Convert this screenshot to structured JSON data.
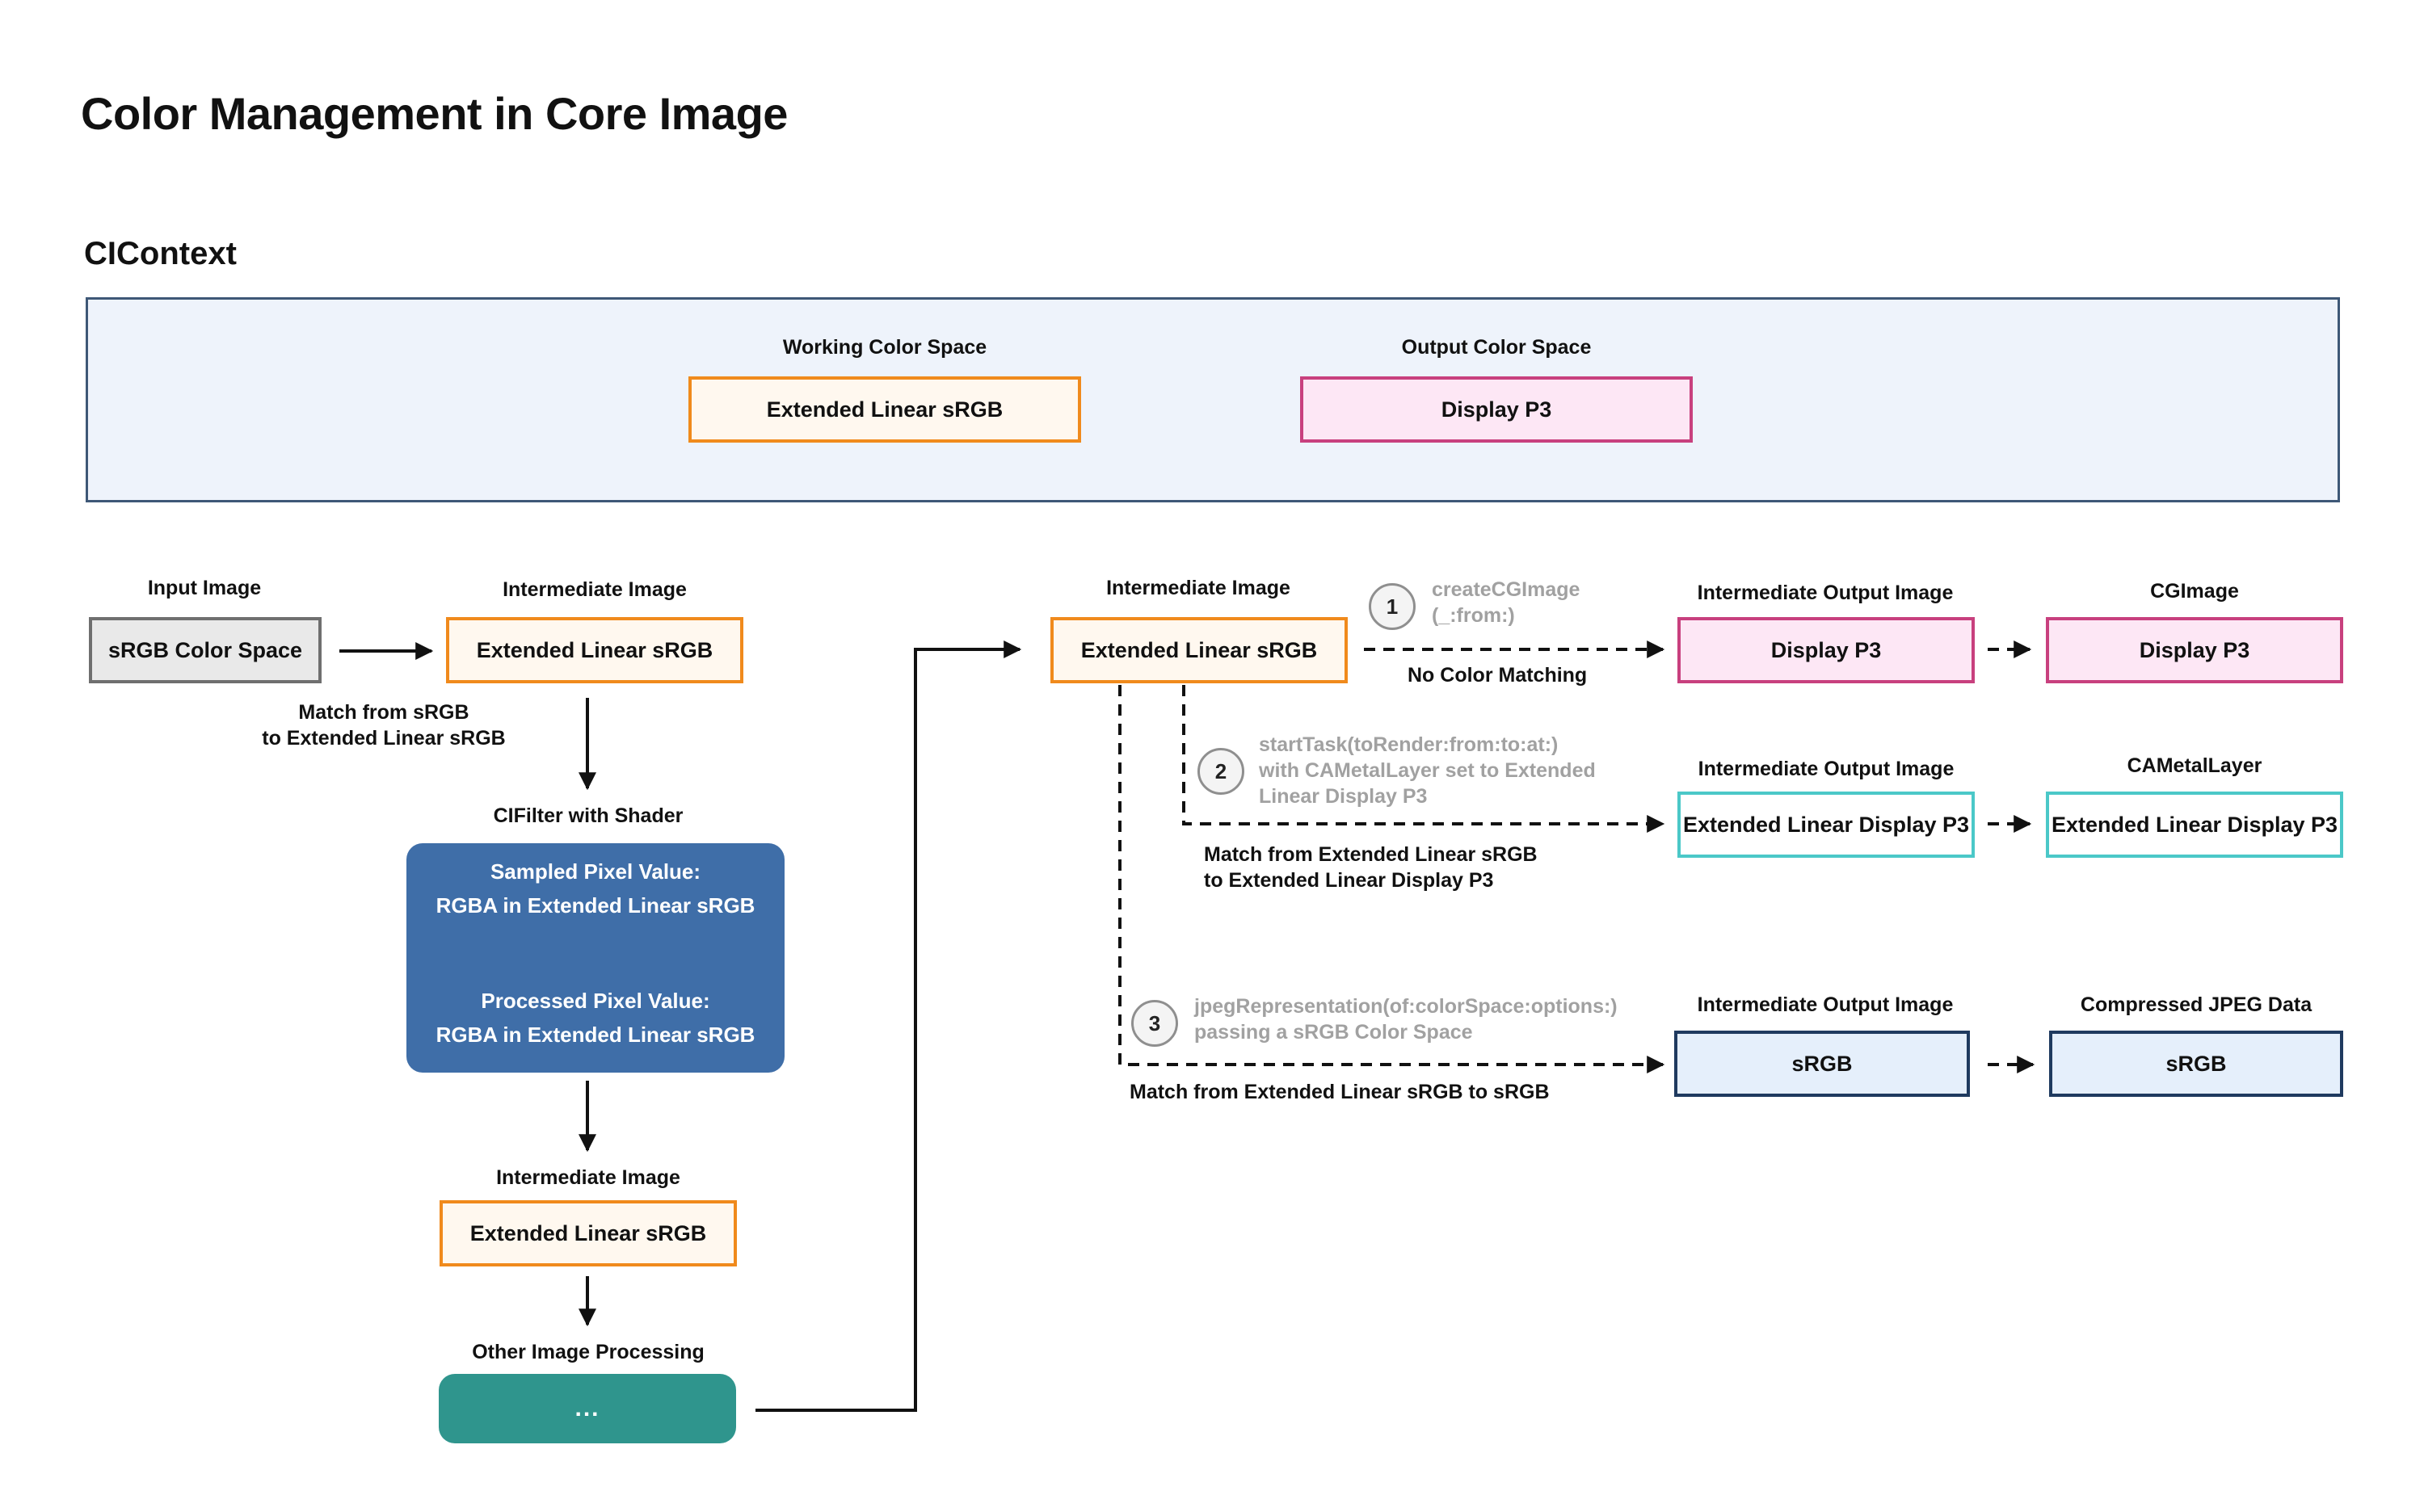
{
  "title": "Color Management in Core Image",
  "context": {
    "label": "CIContext",
    "working_label": "Working Color Space",
    "working_value": "Extended Linear sRGB",
    "output_label": "Output Color Space",
    "output_value": "Display P3"
  },
  "left_flow": {
    "input_label": "Input Image",
    "input_value": "sRGB Color Space",
    "intermediate1_label": "Intermediate Image",
    "intermediate1_value": "Extended Linear sRGB",
    "match_note_line1": "Match from sRGB",
    "match_note_line2": "to Extended Linear sRGB",
    "filter_label": "CIFilter with Shader",
    "shader_sampled_line1": "Sampled Pixel Value:",
    "shader_sampled_line2": "RGBA in Extended Linear sRGB",
    "shader_processed_line1": "Processed Pixel Value:",
    "shader_processed_line2": "RGBA in Extended Linear sRGB",
    "intermediate2_label": "Intermediate Image",
    "intermediate2_value": "Extended Linear sRGB",
    "other_label": "Other Image Processing",
    "other_value": "..."
  },
  "right_flow": {
    "intermediate_label": "Intermediate Image",
    "intermediate_value": "Extended Linear sRGB",
    "path1": {
      "number": "1",
      "api_line1": "createCGImage",
      "api_line2": "(_:from:)",
      "note": "No Color Matching",
      "out_label": "Intermediate Output Image",
      "out_value": "Display P3",
      "final_label": "CGImage",
      "final_value": "Display P3"
    },
    "path2": {
      "number": "2",
      "api_line1": "startTask(toRender:from:to:at:)",
      "api_line2": "with CAMetalLayer set to Extended",
      "api_line3": "Linear Display P3",
      "note_line1": "Match from Extended Linear sRGB",
      "note_line2": "to Extended Linear Display P3",
      "out_label": "Intermediate Output Image",
      "out_value": "Extended Linear Display P3",
      "final_label": "CAMetalLayer",
      "final_value": "Extended Linear Display P3"
    },
    "path3": {
      "number": "3",
      "api_line1": "jpegRepresentation(of:colorSpace:options:)",
      "api_line2": "passing a sRGB Color Space",
      "note": "Match from Extended Linear sRGB to sRGB",
      "out_label": "Intermediate Output Image",
      "out_value": "sRGB",
      "final_label": "Compressed JPEG Data",
      "final_value": "sRGB"
    }
  }
}
